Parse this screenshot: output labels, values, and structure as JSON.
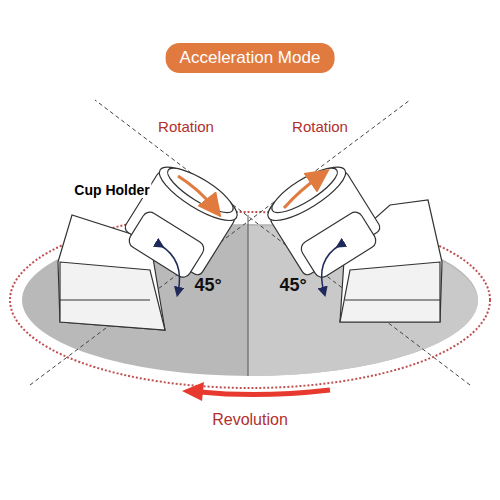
{
  "diagram": {
    "title": "Acceleration Mode",
    "labels": [
      "Rotation",
      "Rotation",
      "Cup Holder",
      "45°",
      "45°",
      "Revolution"
    ]
  }
}
